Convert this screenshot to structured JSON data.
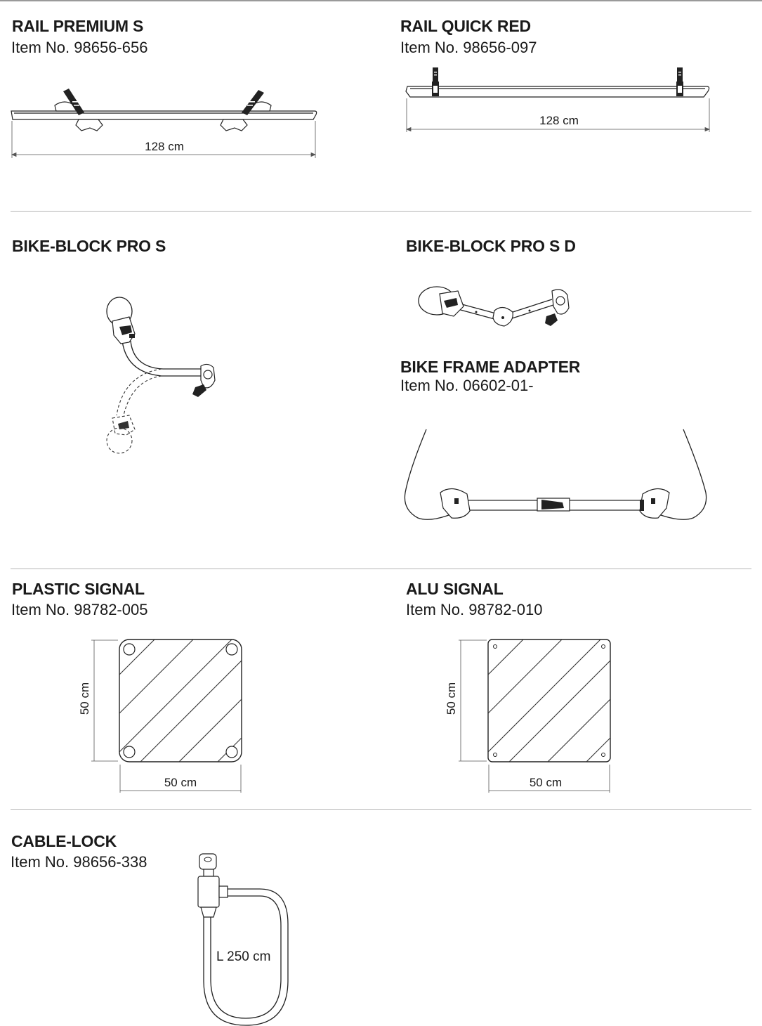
{
  "products": {
    "rail_premium": {
      "title": "RAIL PREMIUM S",
      "item": "Item No. 98656-656",
      "length": "128 cm"
    },
    "rail_quick": {
      "title": "RAIL QUICK RED",
      "item": "Item No. 98656-097",
      "length": "128 cm"
    },
    "bike_block": {
      "title": "BIKE-BLOCK PRO S"
    },
    "bike_block_d": {
      "title": "BIKE-BLOCK PRO S D"
    },
    "frame_adapter": {
      "title": "BIKE FRAME ADAPTER",
      "item": "Item No.  06602-01-"
    },
    "plastic_signal": {
      "title": "PLASTIC SIGNAL",
      "item": "Item No. 98782-005",
      "height": "50 cm",
      "width": "50 cm"
    },
    "alu_signal": {
      "title": "ALU SIGNAL",
      "item": "Item No. 98782-010",
      "height": "50 cm",
      "width": "50 cm"
    },
    "cable_lock": {
      "title": "CABLE-LOCK",
      "item": "Item No. 98656-338",
      "length": "L 250 cm"
    }
  }
}
